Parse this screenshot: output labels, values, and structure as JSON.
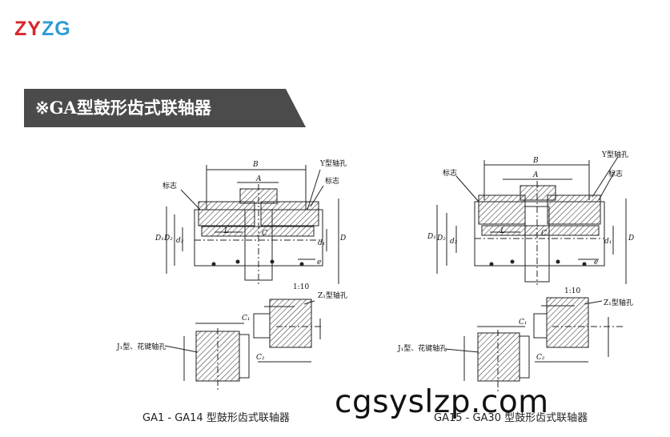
{
  "logo": {
    "part_a": "ZY",
    "part_b": "ZG"
  },
  "banner": {
    "title": "※GA型鼓形齿式联轴器"
  },
  "figures": [
    {
      "caption": "GA1 - GA14 型鼓形齿式联轴器",
      "labels": {
        "B": "B",
        "A": "A",
        "y_hole": "Y型轴孔",
        "mark_left": "标志",
        "mark_right": "标志",
        "D1": "D₁",
        "D2": "D₂",
        "d2": "d₂",
        "d1": "d₁",
        "D": "D",
        "L": "L",
        "C": "C",
        "e": "e",
        "taper": "1:10",
        "z1_hole": "Z₁型轴孔",
        "j1_hole": "J₁型、花键轴孔",
        "C1": "C₁",
        "C2": "C₂"
      }
    },
    {
      "caption": "GA15 - GA30 型鼓形齿式联轴器",
      "labels": {
        "B": "B",
        "A": "A",
        "y_hole": "Y型轴孔",
        "mark_left": "标志",
        "mark_right": "标志",
        "D1": "D₁",
        "D2": "D₂",
        "d2": "d₂",
        "d1": "d₁",
        "D": "D",
        "L": "L",
        "C": "C",
        "e": "e",
        "taper": "1:10",
        "z1_hole": "Z₁型轴孔",
        "j1_hole": "J₁型、花键轴孔",
        "C1": "C₁",
        "C2": "C₂"
      }
    }
  ],
  "watermark": "cgsyslzp.com",
  "colors": {
    "banner": "#4b4b4b",
    "logo_red": "#d9252b",
    "logo_blue": "#2f9bd6"
  }
}
